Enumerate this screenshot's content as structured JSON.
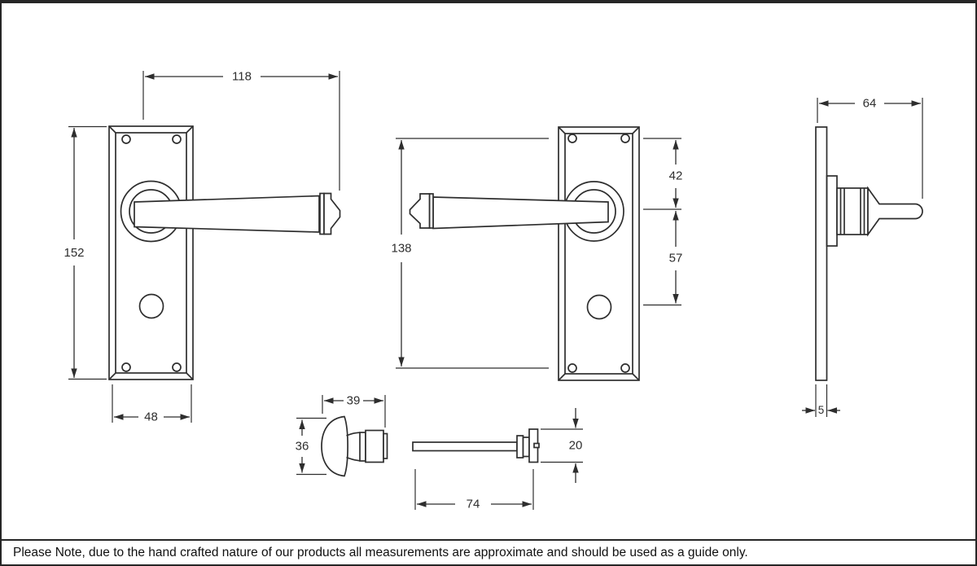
{
  "style": {
    "background": "#ffffff",
    "border_color": "#262626",
    "line_color": "#2e2e2e"
  },
  "dimensions": {
    "lever_length": "118",
    "plate_height": "152",
    "plate_width": "48",
    "fixing_centres": "138",
    "plate_top_to_spindle": "42",
    "spindle_to_thumbturn": "57",
    "projection": "64",
    "plate_thickness": "5",
    "thumbturn_width": "39",
    "thumbturn_height": "36",
    "spindle_length": "74",
    "spindle_release_height": "20"
  },
  "note": {
    "text": "Please Note, due to the hand crafted nature of our products all measurements are approximate and should be used as a guide only."
  }
}
